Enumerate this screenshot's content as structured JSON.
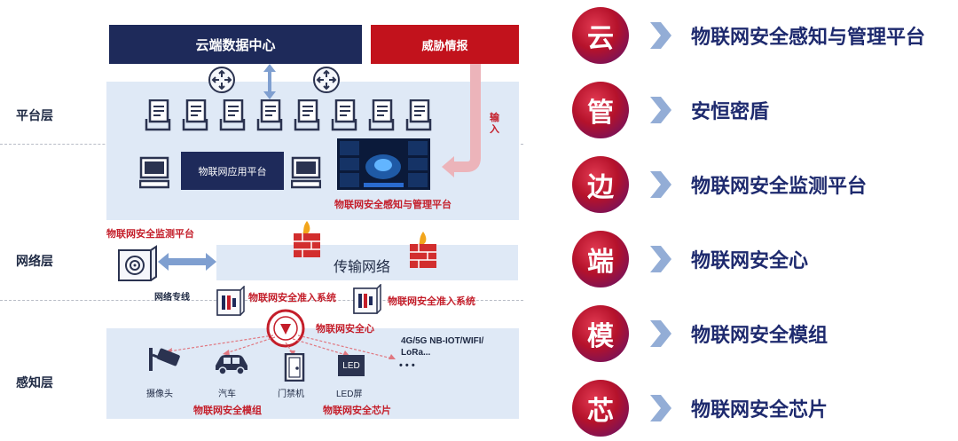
{
  "layers": {
    "platform": "平台层",
    "network": "网络层",
    "sensing": "感知层"
  },
  "cloud_datacenter": "云端数据中心",
  "threat_intel": "威胁情报",
  "input_label": "输入",
  "iot_app_platform": "物联网应用平台",
  "sensing_mgmt_platform": "物联网安全感知与管理平台",
  "monitor_platform": "物联网安全监测平台",
  "transport_network": "传输网络",
  "dedicated_line": "网络专线",
  "access_system_1": "物联网安全准入系统",
  "access_system_2": "物联网安全准入系统",
  "security_heart": "物联网安全心",
  "protocols": "4G/5G NB-IOT/WIFI/ LoRa...",
  "ellipsis": "• • •",
  "devices": {
    "camera": "摄像头",
    "car": "汽车",
    "door": "门禁机",
    "led": "LED屏",
    "led_icon_text": "LED"
  },
  "security_module": "物联网安全模组",
  "security_chip": "物联网安全芯片",
  "list": [
    {
      "char": "云",
      "text": "物联网安全感知与管理平台"
    },
    {
      "char": "管",
      "text": "安恒密盾"
    },
    {
      "char": "边",
      "text": "物联网安全监测平台"
    },
    {
      "char": "端",
      "text": "物联网安全心"
    },
    {
      "char": "模",
      "text": "物联网安全模组"
    },
    {
      "char": "芯",
      "text": "物联网安全芯片"
    }
  ],
  "colors": {
    "navy": "#1e2a5a",
    "red": "#c2121c",
    "band": "#dfe9f6",
    "accent_text": "#1e2a6e"
  }
}
